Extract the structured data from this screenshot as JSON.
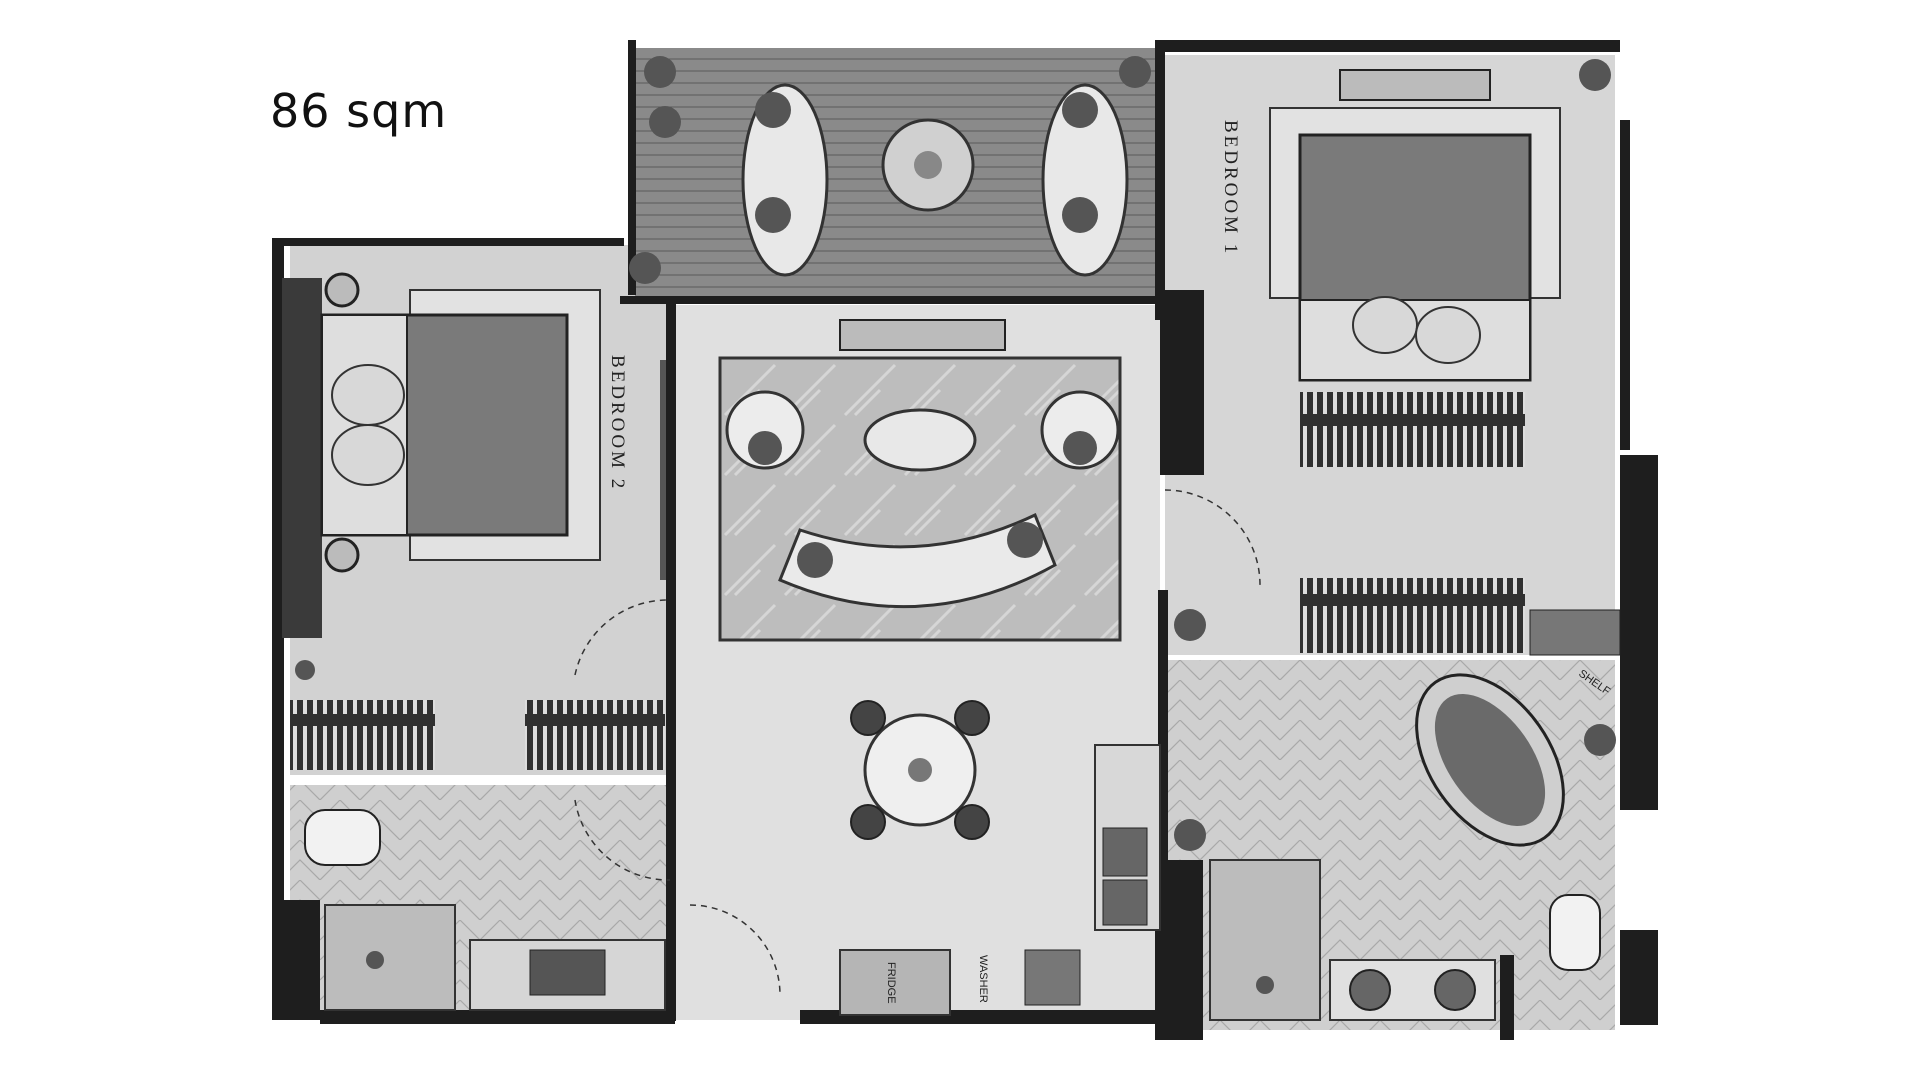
{
  "area_label": "86 sqm",
  "rooms": {
    "bedroom1": "BEDROOM 1",
    "bedroom2": "BEDROOM 2"
  },
  "fixtures": {
    "fridge": "FRIDGE",
    "washer": "WASHER",
    "shelf": "SHELF"
  },
  "colors": {
    "wall": "#1e1e1e",
    "floor": "#dcdcdc",
    "deck": "#7a7a7a",
    "rug": "#b8b8b8",
    "bed": "#777777",
    "tile": "#c8c8c8"
  }
}
